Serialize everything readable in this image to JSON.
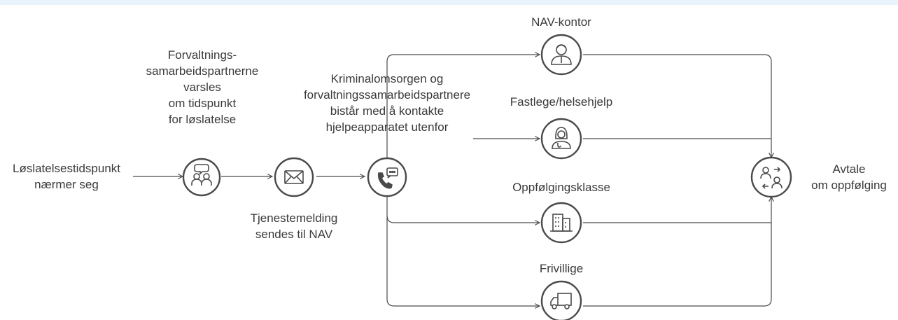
{
  "labels": {
    "start": "Løslatelsestidspunkt\nnærmer seg",
    "notify": "Forvaltnings-\nsamarbeidspartnerne\nvarsles\nom tidspunkt\nfor løslatelse",
    "message": "Tjenestemelding\nsendes til NAV",
    "assist": "Kriminalomsorgen og\nforvaltningssamarbeidspartnere\nbistår med å kontakte\nhjelpeapparatet utenfor",
    "nav": "NAV-kontor",
    "doctor": "Fastlege/helsehjelp",
    "followup_class": "Oppfølgingsklasse",
    "volunteers": "Frivillige",
    "end": "Avtale\nom oppfølging"
  },
  "icons": {
    "notify": "people-speech-icon",
    "message": "envelope-icon",
    "assist": "phone-chat-icon",
    "nav": "office-worker-icon",
    "doctor": "doctor-icon",
    "followup_class": "building-icon",
    "volunteers": "truck-icon",
    "end": "agreement-icon"
  },
  "colors": {
    "stroke": "#4a4a4a",
    "topbar": "#e8f3fb"
  }
}
